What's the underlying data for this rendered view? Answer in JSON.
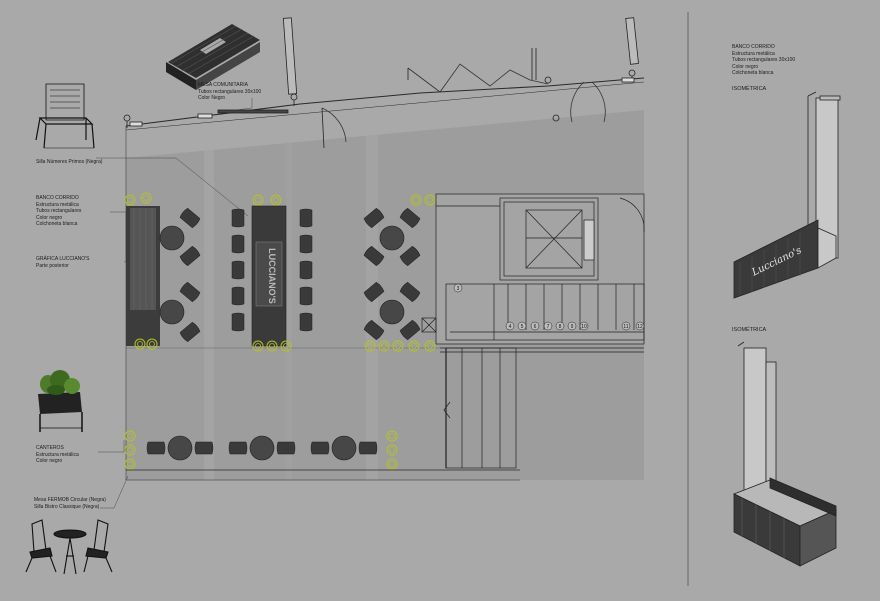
{
  "labels": {
    "mesa_comunitaria": {
      "title": "MESA COMUNITARIA",
      "lines": [
        "Tubos rectangulares 30x100",
        "Color Negro"
      ]
    },
    "silla": {
      "title": "Silla Númeres Primos (Negra)"
    },
    "banco_left": {
      "title": "BANCO CORRIDO",
      "lines": [
        "Estructura metálica",
        "Tubos rectangulares",
        "Color negro",
        "Colchoneta blanca"
      ]
    },
    "grafica": {
      "title": "GRÁFICA LUCCIANO'S",
      "lines": [
        "Parte posterior"
      ]
    },
    "canteros": {
      "title": "CANTEROS",
      "lines": [
        "Estructura metálica",
        "Color negro"
      ]
    },
    "mesa_fermob": {
      "title": "Mesa FERMOB Circular (Negra)",
      "lines": [
        "Silla Bistro Classique (Negra)"
      ]
    },
    "banco_right": {
      "title": "BANCO CORRIDO",
      "lines": [
        "Estructura metálica",
        "Tubos rectangulares 30x100",
        "Color negro",
        "Colchoneta blanca"
      ]
    }
  },
  "sections": {
    "iso_top": "ISOMÉTRICA",
    "iso_bottom": "ISOMÉTRICA"
  },
  "graphics": {
    "brand_name": "Lucciano's",
    "table_graphic": "LUCCIANO'S"
  },
  "stair_numbers": [
    "3",
    "4",
    "5",
    "6",
    "7",
    "8",
    "9",
    "10",
    "11",
    "12"
  ],
  "colors": {
    "background": "#a9a9a9",
    "floor": "#9a9a9a",
    "furniture": "#3a3a3a",
    "lines": "#2a2a2a",
    "plants": "#b5c227"
  }
}
